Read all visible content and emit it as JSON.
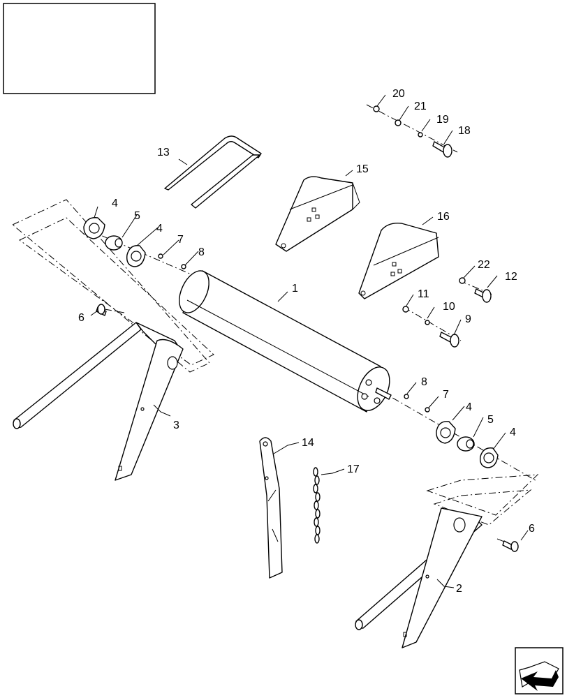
{
  "callouts": [
    {
      "id": "c1",
      "label": "1"
    },
    {
      "id": "c2",
      "label": "2"
    },
    {
      "id": "c3",
      "label": "3"
    },
    {
      "id": "c4a",
      "label": "4"
    },
    {
      "id": "c4b",
      "label": "4"
    },
    {
      "id": "c4c",
      "label": "4"
    },
    {
      "id": "c4d",
      "label": "4"
    },
    {
      "id": "c5a",
      "label": "5"
    },
    {
      "id": "c5b",
      "label": "5"
    },
    {
      "id": "c6a",
      "label": "6"
    },
    {
      "id": "c6b",
      "label": "6"
    },
    {
      "id": "c7a",
      "label": "7"
    },
    {
      "id": "c7b",
      "label": "7"
    },
    {
      "id": "c8a",
      "label": "8"
    },
    {
      "id": "c8b",
      "label": "8"
    },
    {
      "id": "c9",
      "label": "9"
    },
    {
      "id": "c10",
      "label": "10"
    },
    {
      "id": "c11",
      "label": "11"
    },
    {
      "id": "c12",
      "label": "12"
    },
    {
      "id": "c13",
      "label": "13"
    },
    {
      "id": "c14",
      "label": "14"
    },
    {
      "id": "c15",
      "label": "15"
    },
    {
      "id": "c16",
      "label": "16"
    },
    {
      "id": "c17",
      "label": "17"
    },
    {
      "id": "c18",
      "label": "18"
    },
    {
      "id": "c19",
      "label": "19"
    },
    {
      "id": "c20",
      "label": "20"
    },
    {
      "id": "c21",
      "label": "21"
    },
    {
      "id": "c22",
      "label": "22"
    }
  ],
  "icons": {
    "nav_arrow": "back-arrow-icon"
  }
}
